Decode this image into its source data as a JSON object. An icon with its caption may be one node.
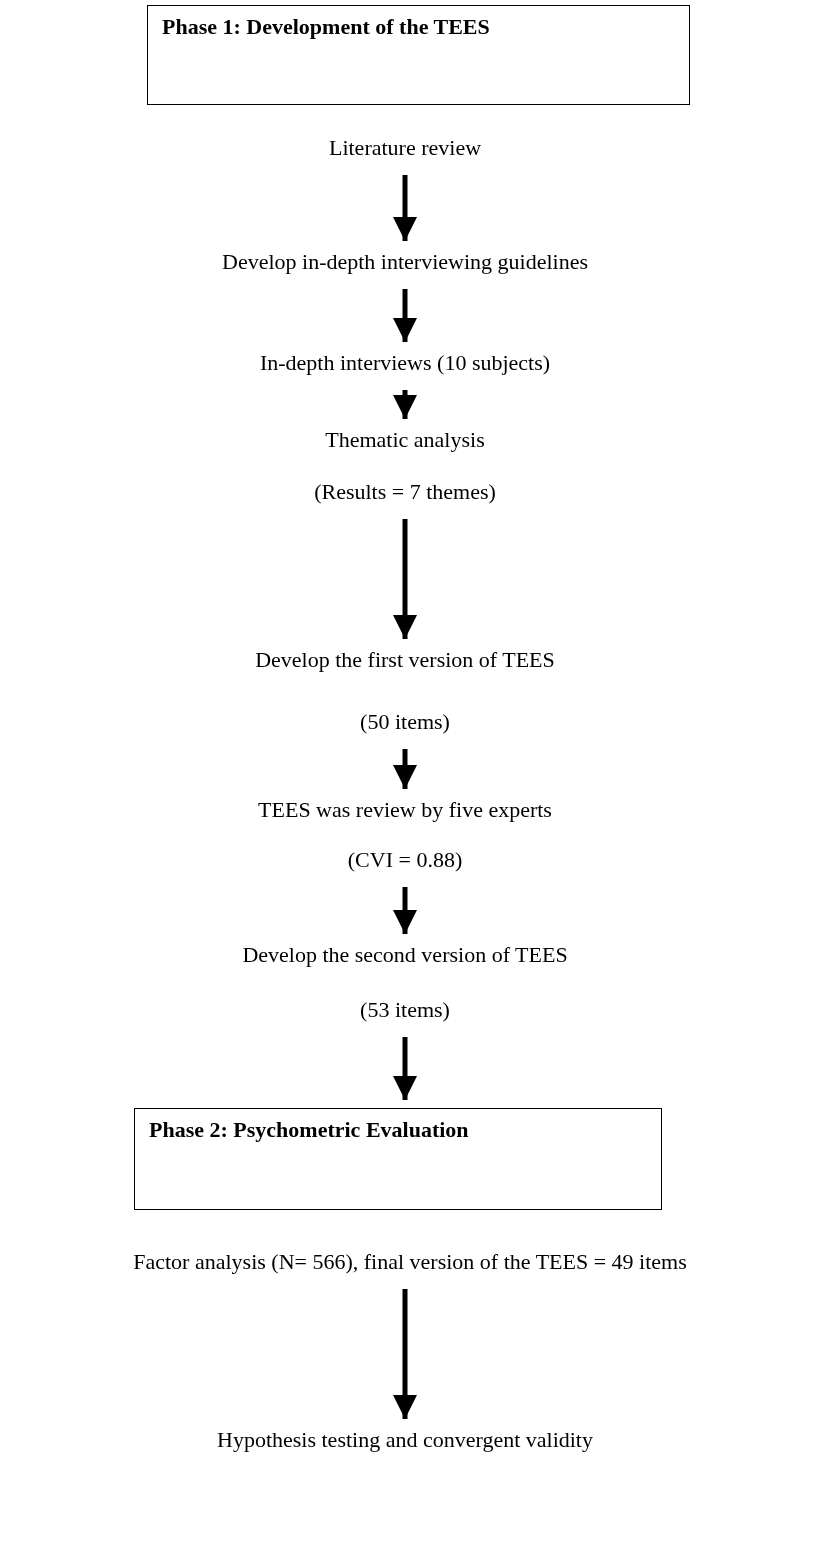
{
  "diagram": {
    "nodes": [
      {
        "text": [
          "Phase 1: Development of the TEES"
        ]
      },
      {
        "text": [
          "Literature review"
        ]
      },
      {
        "text": [
          "Develop in-depth interviewing guidelines"
        ]
      },
      {
        "text": [
          "In-depth interviews (10 subjects)"
        ]
      },
      {
        "text": [
          "Thematic analysis",
          "(Results = 7 themes)"
        ]
      },
      {
        "text": [
          "Develop the first version of TEES",
          "(50 items)"
        ]
      },
      {
        "text": [
          "TEES was review by five experts",
          "(CVI = 0.88)"
        ]
      },
      {
        "text": [
          "Develop the second version of TEES",
          "(53 items)"
        ]
      },
      {
        "text": [
          "Phase 2: Psychometric Evaluation"
        ]
      },
      {
        "text": [
          "Factor analysis (N= 566), final version of the TEES = 49 items"
        ]
      },
      {
        "text": [
          "Hypothesis testing and convergent validity"
        ]
      }
    ],
    "edges": [
      {
        "from": 1,
        "to": 2,
        "arrow": "to"
      },
      {
        "from": 2,
        "to": 3,
        "arrow": "to"
      },
      {
        "from": 3,
        "to": 4,
        "arrow": "to"
      },
      {
        "from": 4,
        "to": 5,
        "arrow": "to"
      },
      {
        "from": 5,
        "to": 6,
        "arrow": "to"
      },
      {
        "from": 6,
        "to": 7,
        "arrow": "to"
      },
      {
        "from": 7,
        "to": 8,
        "arrow": "to"
      },
      {
        "from": 9,
        "to": 10,
        "arrow": "to"
      }
    ]
  }
}
